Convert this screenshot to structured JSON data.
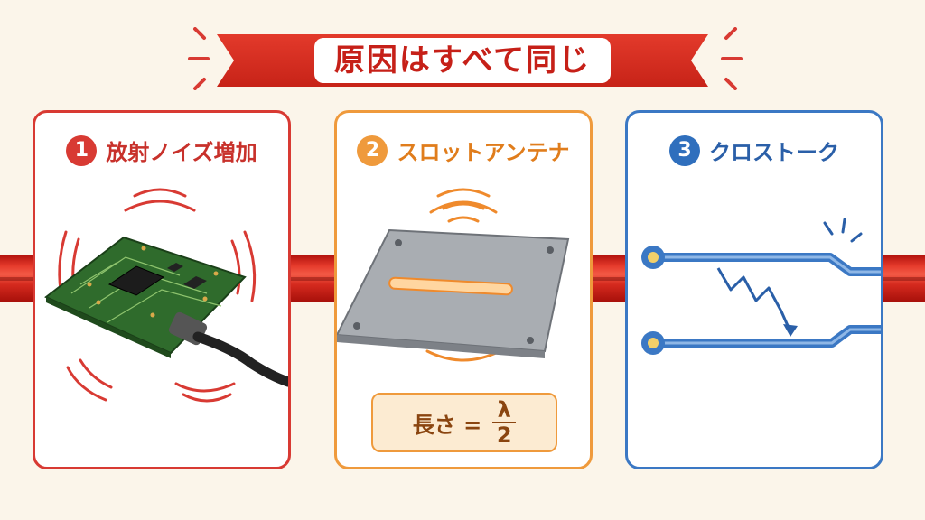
{
  "header": {
    "title": "原因はすべて同じ"
  },
  "panels": [
    {
      "number": "1",
      "title": "放射ノイズ増加",
      "icon": "pcb-with-cable-icon"
    },
    {
      "number": "2",
      "title": "スロットアンテナ",
      "icon": "metal-plate-slot-icon",
      "formula": {
        "label": "長さ =",
        "numerator": "λ",
        "denominator": "2"
      }
    },
    {
      "number": "3",
      "title": "クロストーク",
      "icon": "parallel-traces-icon"
    }
  ],
  "colors": {
    "red": "#d83a33",
    "orange": "#ef9a3c",
    "blue": "#3b78c4",
    "pipe": "#d52a1e"
  }
}
